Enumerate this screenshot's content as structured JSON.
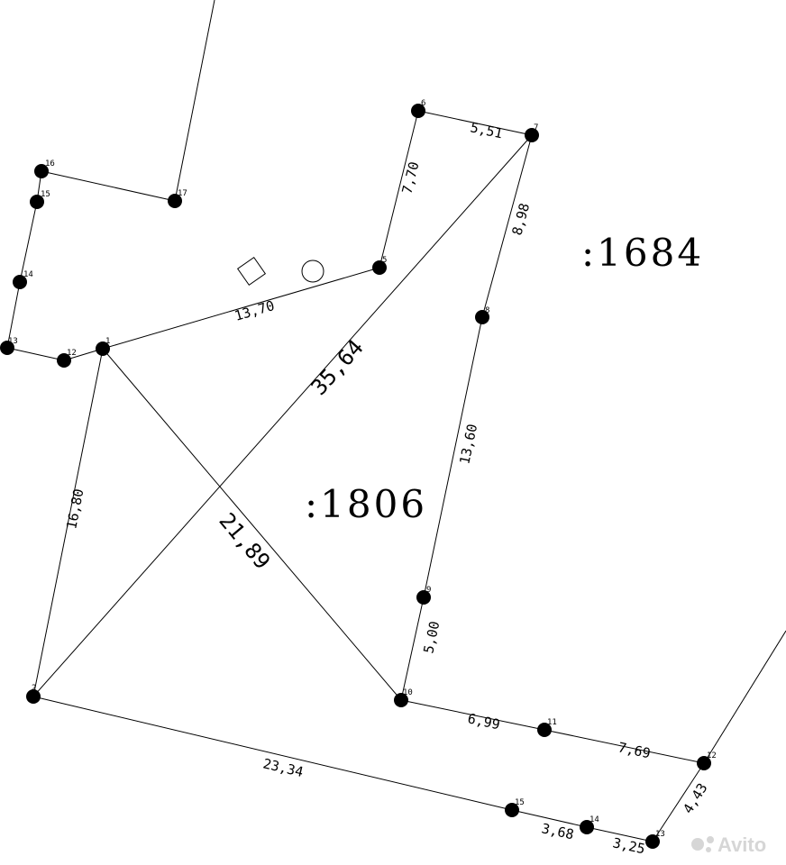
{
  "parcels": [
    ":1684",
    ":1806"
  ],
  "dimensions": [
    "5,51",
    "7,70",
    "8,98",
    "13,70",
    "35,64",
    "13,60",
    "16,80",
    "21,89",
    "5,00",
    "6,99",
    "7,69",
    "23,34",
    "4,43",
    "3,68",
    "3,25"
  ],
  "points": [
    "6",
    "7",
    "16",
    "15",
    "17",
    "14",
    "5",
    "8",
    "13",
    "12",
    "1",
    "9",
    "2",
    "10",
    "11",
    "12",
    "15",
    "14",
    "13"
  ],
  "watermark": "Avito"
}
